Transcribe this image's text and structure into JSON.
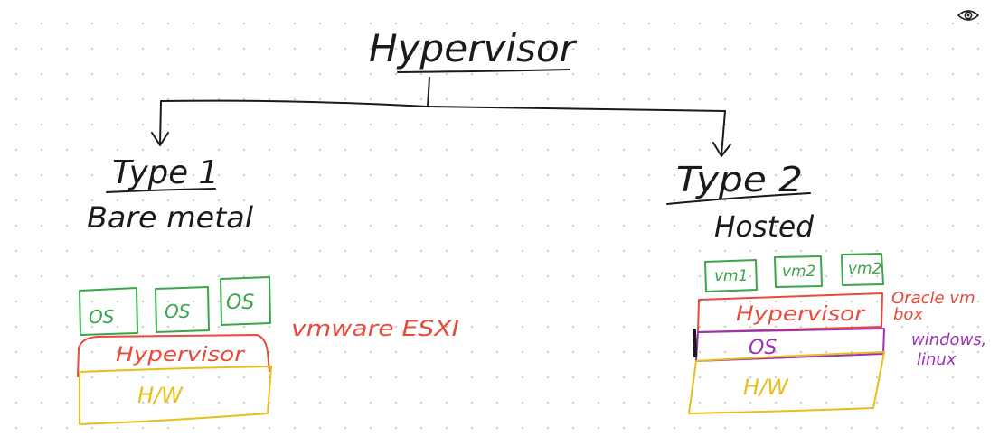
{
  "title": "Hypervisor",
  "type1": {
    "heading": "Type 1",
    "subtitle": "Bare metal",
    "os_boxes": [
      "OS",
      "OS",
      "OS"
    ],
    "hypervisor": "Hypervisor",
    "hardware": "H/W",
    "example": "vmware ESXI"
  },
  "type2": {
    "heading": "Type 2",
    "subtitle": "Hosted",
    "vm_boxes": [
      "vm1",
      "vm2",
      "vm2"
    ],
    "hypervisor": "Hypervisor",
    "os": "OS",
    "hardware": "H/W",
    "example_hypervisor": "Oracle vm box",
    "example_os": "windows, linux"
  },
  "colors": {
    "ink": "#1a1a1a",
    "green": "#3aa64a",
    "red": "#e84a3c",
    "yellow": "#e6bf1e",
    "purple": "#9a32b8"
  },
  "icons": {
    "view_toggle": "eye-icon"
  }
}
